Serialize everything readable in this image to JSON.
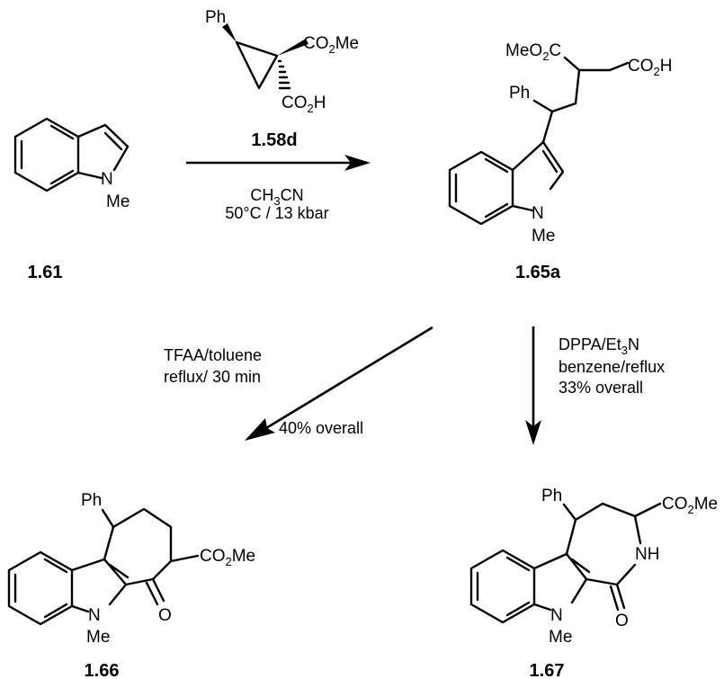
{
  "compounds": {
    "indole": "1.61",
    "cyclopropane": "1.58d",
    "adduct": "1.65a",
    "tetrahydrocarbazolone": "1.66",
    "azepinone": "1.67"
  },
  "atom_labels": {
    "ph": "Ph",
    "n": "N",
    "me": "Me",
    "co2me": "CO",
    "co2me_sub": "2",
    "co2me_tail": "Me",
    "co2h": "CO",
    "co2h_sub": "2",
    "co2h_tail": "H",
    "meo2c_head": "MeO",
    "meo2c_sub": "2",
    "meo2c_tail": "C",
    "o": "O",
    "nh": "NH"
  },
  "conditions": {
    "step1_line1_a": "CH",
    "step1_line1_sub": "3",
    "step1_line1_b": "CN",
    "step1_line2": "50°C / 13 kbar",
    "step2a_line1": "TFAA/toluene",
    "step2a_line2": "reflux/ 30 min",
    "step2a_yield": "40% overall",
    "step2b_line1_a": "DPPA/Et",
    "step2b_line1_sub": "3",
    "step2b_line1_b": "N",
    "step2b_line2": "benzene/reflux",
    "step2b_yield": "33% overall"
  }
}
